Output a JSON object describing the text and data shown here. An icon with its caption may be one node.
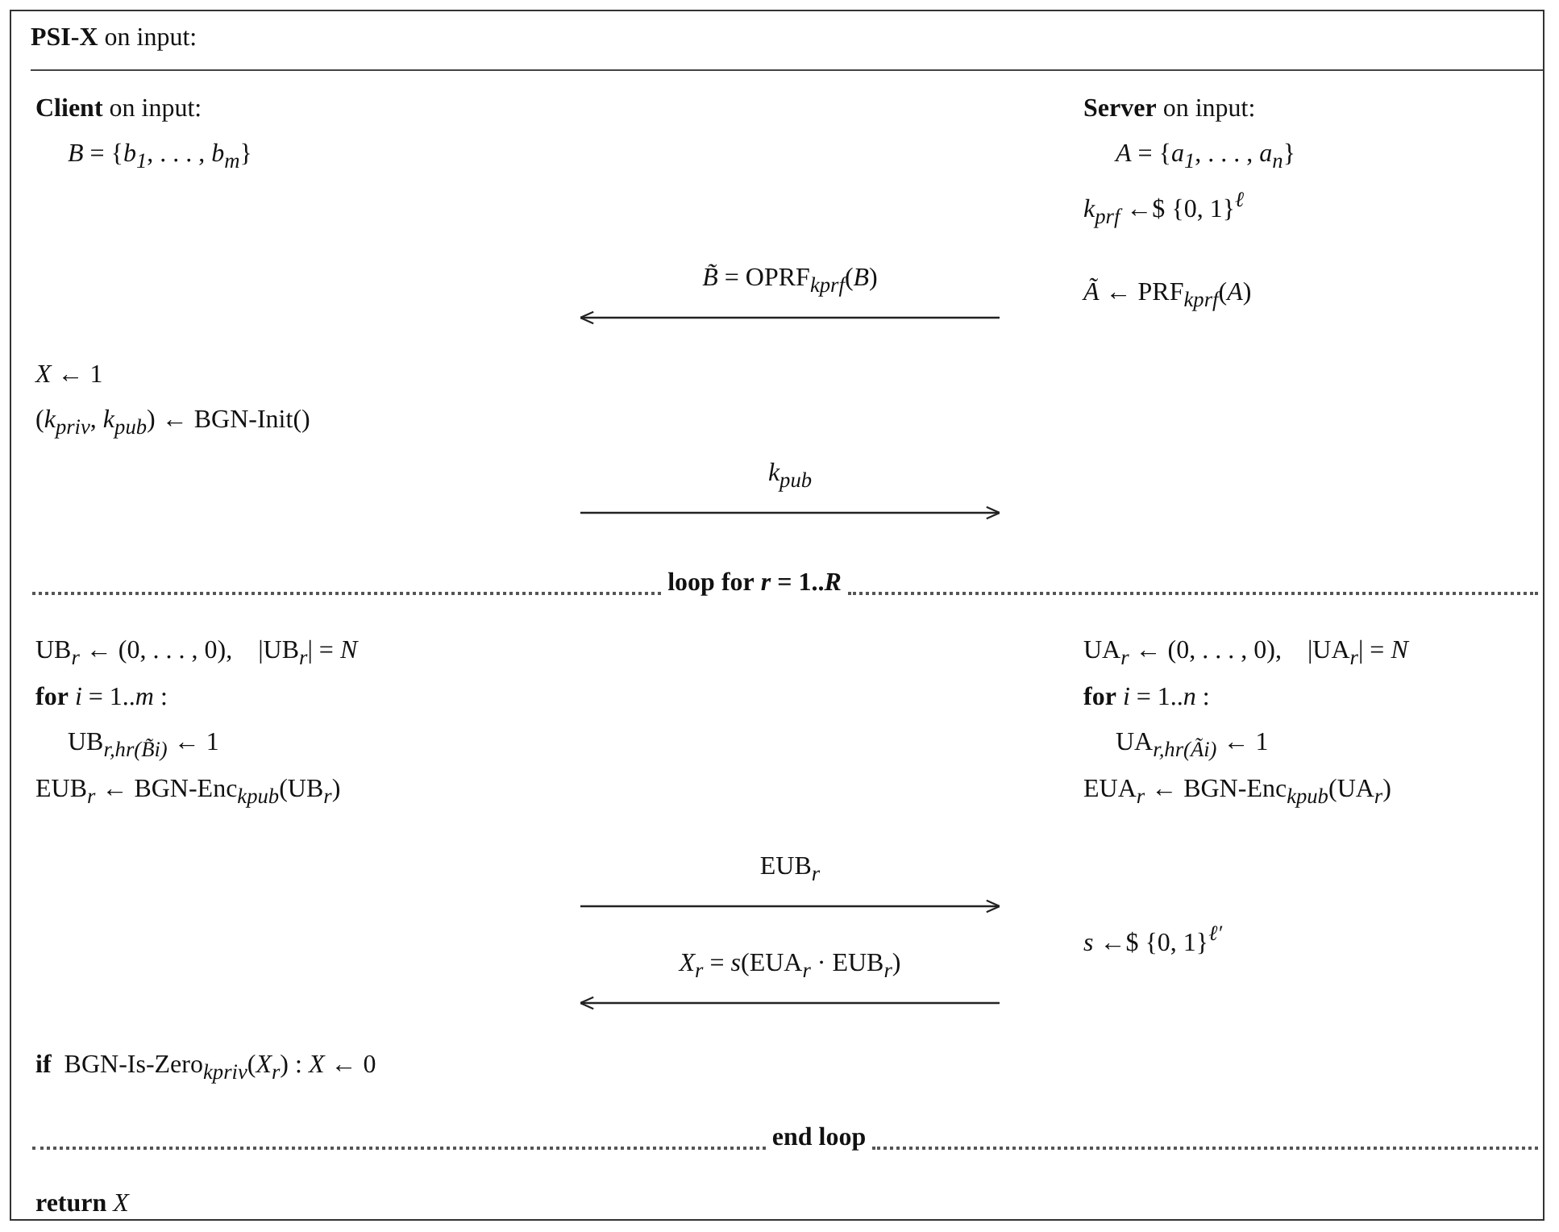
{
  "diagram": {
    "nodes": [
      {
        "text": [
          "**PSI-X** on input:"
        ]
      }
    ],
    "labels": [
      "**Client** on input:",
      "**Server** on input:",
      "*B* = {*b*$_{1}$, . . . , *b*$_{m}$}",
      "*A* = {*a*$_{1}$, . . . , *a*$_{n}$}",
      "*k*$_{prf}$ ←$ {0, 1}$^{ℓ}$",
      "*B̃* = OPRF$_{kprf}$(*B*)",
      "*Ã* ← PRF$_{kprf}$(*A*)",
      "*X* ← 1",
      "(*k*$_{priv}$, *k*$_{pub}$) ← BGN-Init()",
      "*k*$_{pub}$",
      "**loop for** *r* = 1..*R*",
      "UB$_{r}$ ← (0, . . . , 0),    |UB$_{r}$| = *N*",
      "UA$_{r}$ ← (0, . . . , 0),    |UA$_{r}$| = *N*",
      "**for** *i* = 1..*m* :",
      "**for** *i* = 1..*n* :",
      "UB$_{r,hr(B̃i)}$ ← 1",
      "UA$_{r,hr(Ãi)}$ ← 1",
      "EUB$_{r}$ ← BGN-Enc$_{kpub}$(UB$_{r}$)",
      "EUA$_{r}$ ← BGN-Enc$_{kpub}$(UA$_{r}$)",
      "EUB$_{r}$",
      "*s* ←$ {0, 1}$^{ℓ′}$",
      "*X*$_{r}$ = *s*(EUA$_{r}$ · EUB$_{r}$)",
      "**if**  BGN-Is-Zero$_{kpriv}$(*X*$_{r}$) : *X* ← 0",
      "end loop",
      "**return** *X*"
    ]
  }
}
